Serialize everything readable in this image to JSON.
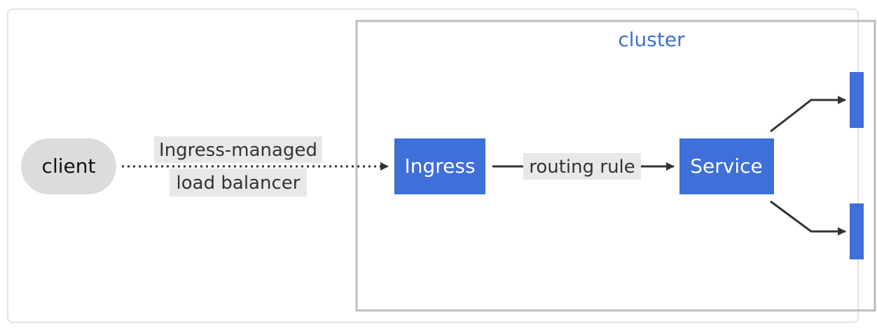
{
  "diagram": {
    "cluster": {
      "label": "cluster"
    },
    "nodes": {
      "client": {
        "label": "client"
      },
      "ingress": {
        "label": "Ingress"
      },
      "service": {
        "label": "Service"
      }
    },
    "edges": {
      "client_to_ingress": {
        "label_line1": "Ingress-managed",
        "label_line2": "load balancer"
      },
      "ingress_to_service": {
        "label": "routing rule"
      }
    },
    "colors": {
      "node_fill": "#3f6fd8",
      "node_text": "#ffffff",
      "client_fill": "#dcdcdc",
      "cluster_label": "#3f6fd8",
      "edge": "#333333"
    }
  }
}
